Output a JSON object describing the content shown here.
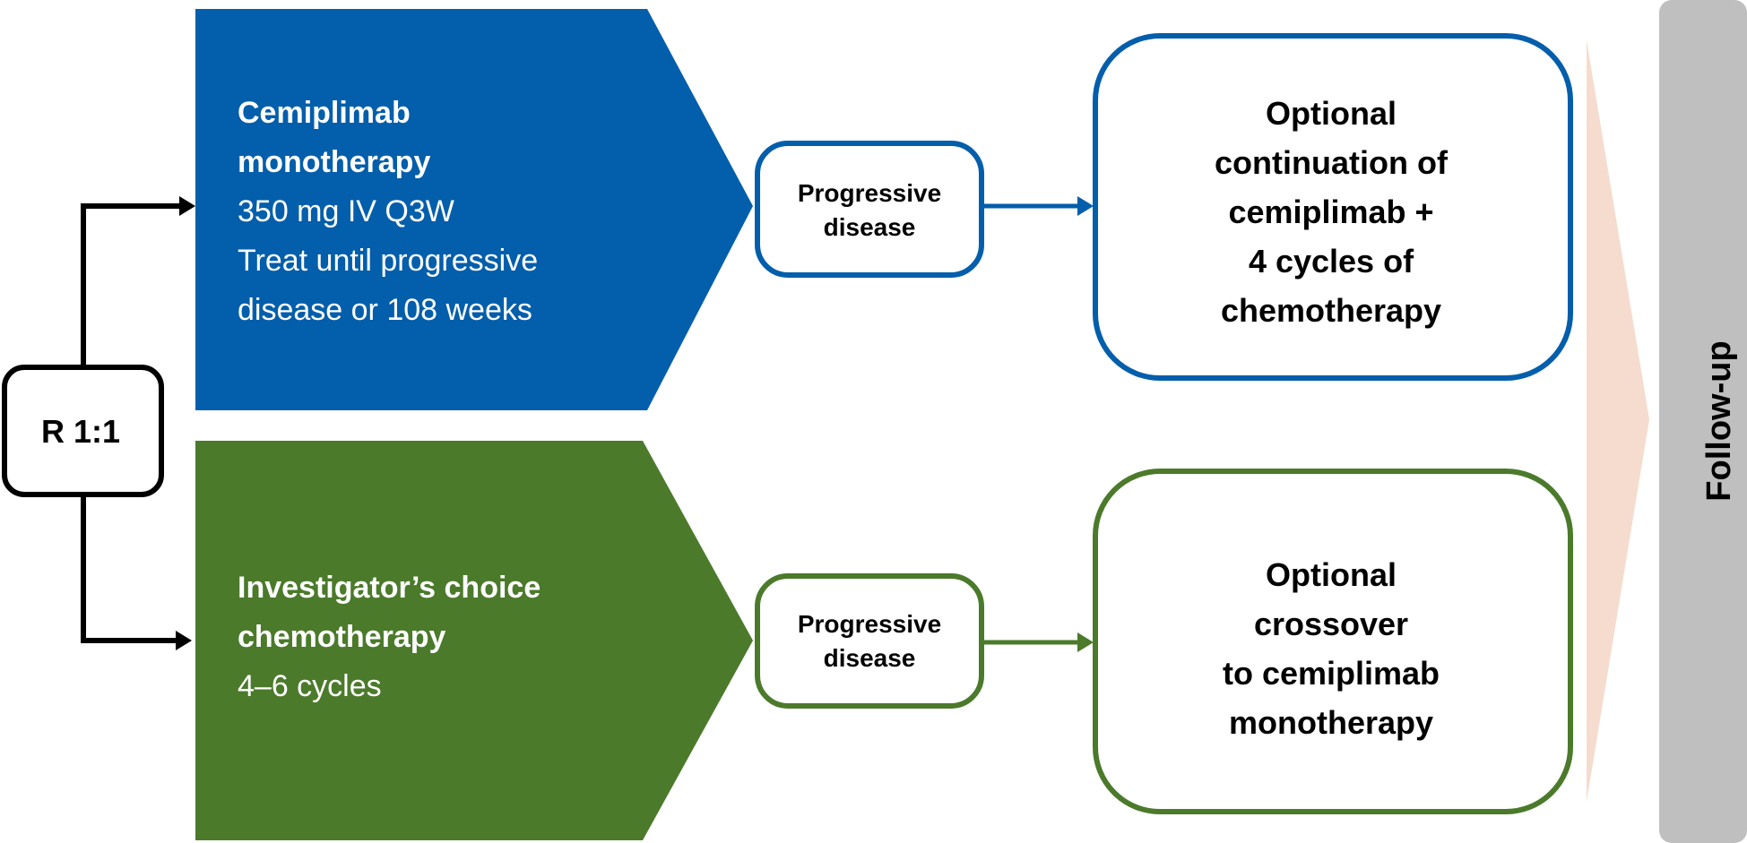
{
  "randomization": {
    "label": "R 1:1"
  },
  "arms": [
    {
      "title_lines": [
        "Cemiplimab",
        "monotherapy"
      ],
      "detail_lines": [
        "350 mg IV Q3W",
        "Treat until progressive",
        "disease or 108 weeks"
      ],
      "color": "#035eab"
    },
    {
      "title_lines": [
        "Investigator’s choice",
        "chemotherapy"
      ],
      "detail_lines": [
        "4–6 cycles"
      ],
      "color": "#4b7a2b"
    }
  ],
  "progressive_disease": [
    {
      "lines": [
        "Progressive",
        "disease"
      ],
      "border_color": "#035eab"
    },
    {
      "lines": [
        "Progressive",
        "disease"
      ],
      "border_color": "#4b7a2b"
    }
  ],
  "options": [
    {
      "lines": [
        "Optional",
        "continuation of",
        "cemiplimab +",
        "4 cycles of",
        "chemotherapy"
      ],
      "border_color": "#035eab"
    },
    {
      "lines": [
        "Optional",
        "crossover",
        "to cemiplimab",
        "monotherapy"
      ],
      "border_color": "#4b7a2b"
    }
  ],
  "followup": {
    "label": "Follow-up",
    "bar_color": "#bfbfbf",
    "wedge_color": "#f5dccf"
  }
}
